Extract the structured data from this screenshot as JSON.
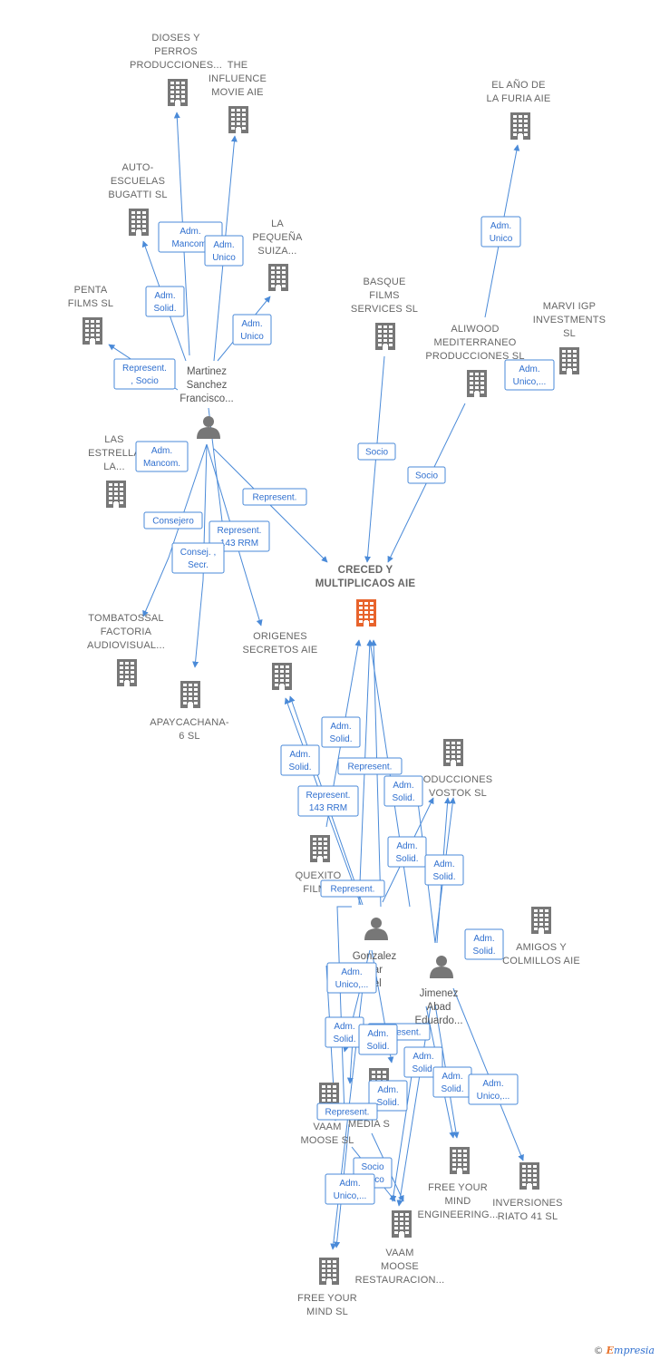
{
  "colors": {
    "edge": "#4a8ad8",
    "node": "#777777",
    "center": "#e8632c"
  },
  "nodes": [
    {
      "id": "dioses",
      "type": "company",
      "lines": [
        "DIOSES Y",
        "PERROS",
        "PRODUCCIONES..."
      ]
    },
    {
      "id": "influence",
      "type": "company",
      "lines": [
        "THE",
        "INFLUENCE",
        "MOVIE AIE"
      ]
    },
    {
      "id": "autoescuelas",
      "type": "company",
      "lines": [
        "AUTO-",
        "ESCUELAS",
        "BUGATTI SL"
      ]
    },
    {
      "id": "pequena",
      "type": "company",
      "lines": [
        "LA",
        "PEQUEÑA",
        "SUIZA..."
      ]
    },
    {
      "id": "penta",
      "type": "company",
      "lines": [
        "PENTA",
        "FILMS  SL"
      ]
    },
    {
      "id": "martinez",
      "type": "person",
      "lines": [
        "Martinez",
        "Sanchez",
        "Francisco..."
      ]
    },
    {
      "id": "estrella",
      "type": "company",
      "lines": [
        "LAS",
        "ESTRELLA",
        "LA..."
      ]
    },
    {
      "id": "furia",
      "type": "company",
      "lines": [
        "EL AÑO DE",
        "LA FURIA AIE"
      ]
    },
    {
      "id": "basque",
      "type": "company",
      "lines": [
        "BASQUE",
        "FILMS",
        "SERVICES  SL"
      ]
    },
    {
      "id": "aliwood",
      "type": "company",
      "lines": [
        "ALIWOOD",
        "MEDITERRANEO",
        "PRODUCCIONES SL"
      ]
    },
    {
      "id": "marvi",
      "type": "company",
      "lines": [
        "MARVI IGP",
        "INVESTMENTS",
        "SL"
      ]
    },
    {
      "id": "creced",
      "type": "center",
      "lines": [
        "CRECED Y",
        "MULTIPLICAOS AIE"
      ]
    },
    {
      "id": "tombatossal",
      "type": "company",
      "lines": [
        "TOMBATOSSAL",
        "FACTORIA",
        "AUDIOVISUAL..."
      ]
    },
    {
      "id": "apaycachana",
      "type": "company",
      "lines": [
        "APAYCACHANA-",
        "6 SL"
      ]
    },
    {
      "id": "origenes",
      "type": "company",
      "lines": [
        "ORIGENES",
        "SECRETOS  AIE"
      ]
    },
    {
      "id": "vostok",
      "type": "company",
      "lines": [
        "ODUCCIONES",
        "VOSTOK  SL"
      ]
    },
    {
      "id": "quexito",
      "type": "company",
      "lines": [
        "QUEXITO",
        "FILMS"
      ]
    },
    {
      "id": "amigos",
      "type": "company",
      "lines": [
        "AMIGOS Y",
        "COLMILLOS AIE"
      ]
    },
    {
      "id": "gonzalez",
      "type": "person",
      "lines": [
        "Gonzalez",
        "iliar",
        "uel"
      ]
    },
    {
      "id": "jimenez",
      "type": "person",
      "lines": [
        "Jimenez",
        "Abad",
        "Eduardo..."
      ]
    },
    {
      "id": "vaammoose",
      "type": "company",
      "lines": [
        "VAAM",
        "MOOSE  SL"
      ]
    },
    {
      "id": "media",
      "type": "company",
      "lines": [
        "MEDIA  S"
      ]
    },
    {
      "id": "freemind_eng",
      "type": "company",
      "lines": [
        "FREE YOUR",
        "MIND",
        "ENGINEERING..."
      ]
    },
    {
      "id": "inversiones",
      "type": "company",
      "lines": [
        "INVERSIONES",
        "RIATO 41 SL"
      ]
    },
    {
      "id": "vaamrest",
      "type": "company",
      "lines": [
        "VAAM",
        "MOOSE",
        "RESTAURACION..."
      ]
    },
    {
      "id": "freemind",
      "type": "company",
      "lines": [
        "FREE YOUR",
        "MIND SL"
      ]
    }
  ],
  "edge_labels": [
    {
      "id": "l1",
      "lines": [
        "Adm.",
        "Mancom."
      ]
    },
    {
      "id": "l2",
      "lines": [
        "Adm.",
        "Unico"
      ]
    },
    {
      "id": "l3",
      "lines": [
        "Adm.",
        "Solid."
      ]
    },
    {
      "id": "l4",
      "lines": [
        "Adm.",
        "Unico"
      ]
    },
    {
      "id": "l5",
      "lines": [
        "Represent.",
        ", Socio"
      ]
    },
    {
      "id": "l6",
      "lines": [
        "Adm.",
        "Mancom."
      ]
    },
    {
      "id": "l7",
      "lines": [
        "Represent."
      ]
    },
    {
      "id": "l8",
      "lines": [
        "Consejero"
      ]
    },
    {
      "id": "l9",
      "lines": [
        "Represent.",
        "143 RRM"
      ]
    },
    {
      "id": "l10",
      "lines": [
        "Consej. ,",
        "Secr."
      ]
    },
    {
      "id": "l11",
      "lines": [
        "Adm.",
        "Unico"
      ]
    },
    {
      "id": "l12",
      "lines": [
        "Socio"
      ]
    },
    {
      "id": "l13",
      "lines": [
        "Socio"
      ]
    },
    {
      "id": "l14",
      "lines": [
        "Adm.",
        "Unico,..."
      ]
    },
    {
      "id": "l15",
      "lines": [
        "Adm.",
        "Solid."
      ]
    },
    {
      "id": "l16",
      "lines": [
        "Adm.",
        "Solid."
      ]
    },
    {
      "id": "l17",
      "lines": [
        "Represent."
      ]
    },
    {
      "id": "l18",
      "lines": [
        "Adm.",
        "Solid."
      ]
    },
    {
      "id": "l19",
      "lines": [
        "Represent.",
        "143 RRM"
      ]
    },
    {
      "id": "l20",
      "lines": [
        "Adm.",
        "Solid."
      ]
    },
    {
      "id": "l21",
      "lines": [
        "Adm.",
        "Solid."
      ]
    },
    {
      "id": "l22",
      "lines": [
        "Represent."
      ]
    },
    {
      "id": "l23",
      "lines": [
        "Adm.",
        "Solid."
      ]
    },
    {
      "id": "l24",
      "lines": [
        "Adm.",
        "Unico,..."
      ]
    },
    {
      "id": "l25",
      "lines": [
        "Adm.",
        "Solid."
      ]
    },
    {
      "id": "l26",
      "lines": [
        "Represent."
      ]
    },
    {
      "id": "l27",
      "lines": [
        "Adm.",
        "Solid."
      ]
    },
    {
      "id": "l28",
      "lines": [
        "Adm.",
        "Solid."
      ]
    },
    {
      "id": "l29",
      "lines": [
        "Adm.",
        "Solid."
      ]
    },
    {
      "id": "l30",
      "lines": [
        "Adm.",
        "Solid."
      ]
    },
    {
      "id": "l31",
      "lines": [
        "Adm.",
        "Unico,..."
      ]
    },
    {
      "id": "l32",
      "lines": [
        "Represent."
      ]
    },
    {
      "id": "l33",
      "lines": [
        "Socio",
        "Único"
      ]
    },
    {
      "id": "l34",
      "lines": [
        "Adm.",
        "Unico,..."
      ]
    }
  ],
  "footer": {
    "copyright": "©",
    "brand_initial": "E",
    "brand_rest": "mpresia"
  }
}
